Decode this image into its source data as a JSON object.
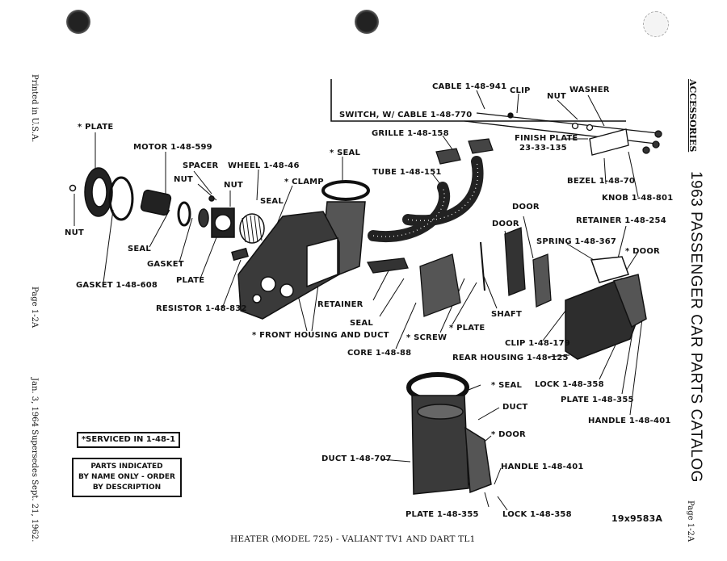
{
  "side_left": {
    "printed": "Printed in U.S.A.",
    "page": "Page 1-2A",
    "date": "Jan. 3, 1964 Supersedes Sept. 21, 1962."
  },
  "side_right": {
    "section": "ACCESSORIES",
    "catalog": "1963 PASSENGER CAR PARTS CATALOG",
    "page": "Page 1-2A"
  },
  "footer": {
    "title": "HEATER (MODEL 725) - VALIANT TV1 AND DART TL1",
    "figure_code": "19x9583A"
  },
  "notes": {
    "serviced": "*SERVICED IN 1-48-1",
    "name_only": [
      "PARTS INDICATED",
      "BY NAME ONLY - ORDER",
      "BY DESCRIPTION"
    ]
  },
  "labels": {
    "plate_top": "* PLATE",
    "motor": "MOTOR 1-48-599",
    "spacer": "SPACER",
    "wheel": "WHEEL 1-48-46",
    "nut_a": "NUT",
    "nut_b": "NUT",
    "nut_c": "NUT",
    "seal_a": "SEAL",
    "seal_b": "SEAL",
    "gasket": "GASKET",
    "gasket_608": "GASKET 1-48-608",
    "plate_left": "PLATE",
    "resistor": "RESISTOR 1-48-832",
    "clamp": "* CLAMP",
    "seal_top": "* SEAL",
    "front_housing": "* FRONT HOUSING AND DUCT",
    "retainer": "RETAINER",
    "seal_mid": "SEAL",
    "core": "CORE 1-48-88",
    "screw": "* SCREW",
    "plate_mid": "* PLATE",
    "grille": "GRILLE 1-48-158",
    "tube": "TUBE 1-48-151",
    "cable": "CABLE 1-48-941",
    "clip_top": "CLIP",
    "nut_top": "NUT",
    "washer": "WASHER",
    "switch": "SWITCH, W/ CABLE 1-48-770",
    "finish_plate": [
      "FINISH PLATE",
      "23-33-135"
    ],
    "bezel": "BEZEL 1-48-70",
    "knob": "KNOB 1-48-801",
    "door_a": "DOOR",
    "door_b": "DOOR",
    "retainer_254": "RETAINER 1-48-254",
    "spring": "SPRING 1-48-367",
    "door_star": "* DOOR",
    "shaft": "SHAFT",
    "clip_179": "CLIP 1-48-179",
    "rear_housing": "REAR HOUSING 1-48-125",
    "lock_a": "LOCK 1-48-358",
    "plate_355a": "PLATE 1-48-355",
    "handle_a": "HANDLE 1-48-401",
    "seal_bottom": "* SEAL",
    "duct": "DUCT",
    "door_bottom": "* DOOR",
    "duct_707": "DUCT 1-48-707",
    "handle_b": "HANDLE 1-48-401",
    "plate_355b": "PLATE 1-48-355",
    "lock_b": "LOCK 1-48-358"
  }
}
